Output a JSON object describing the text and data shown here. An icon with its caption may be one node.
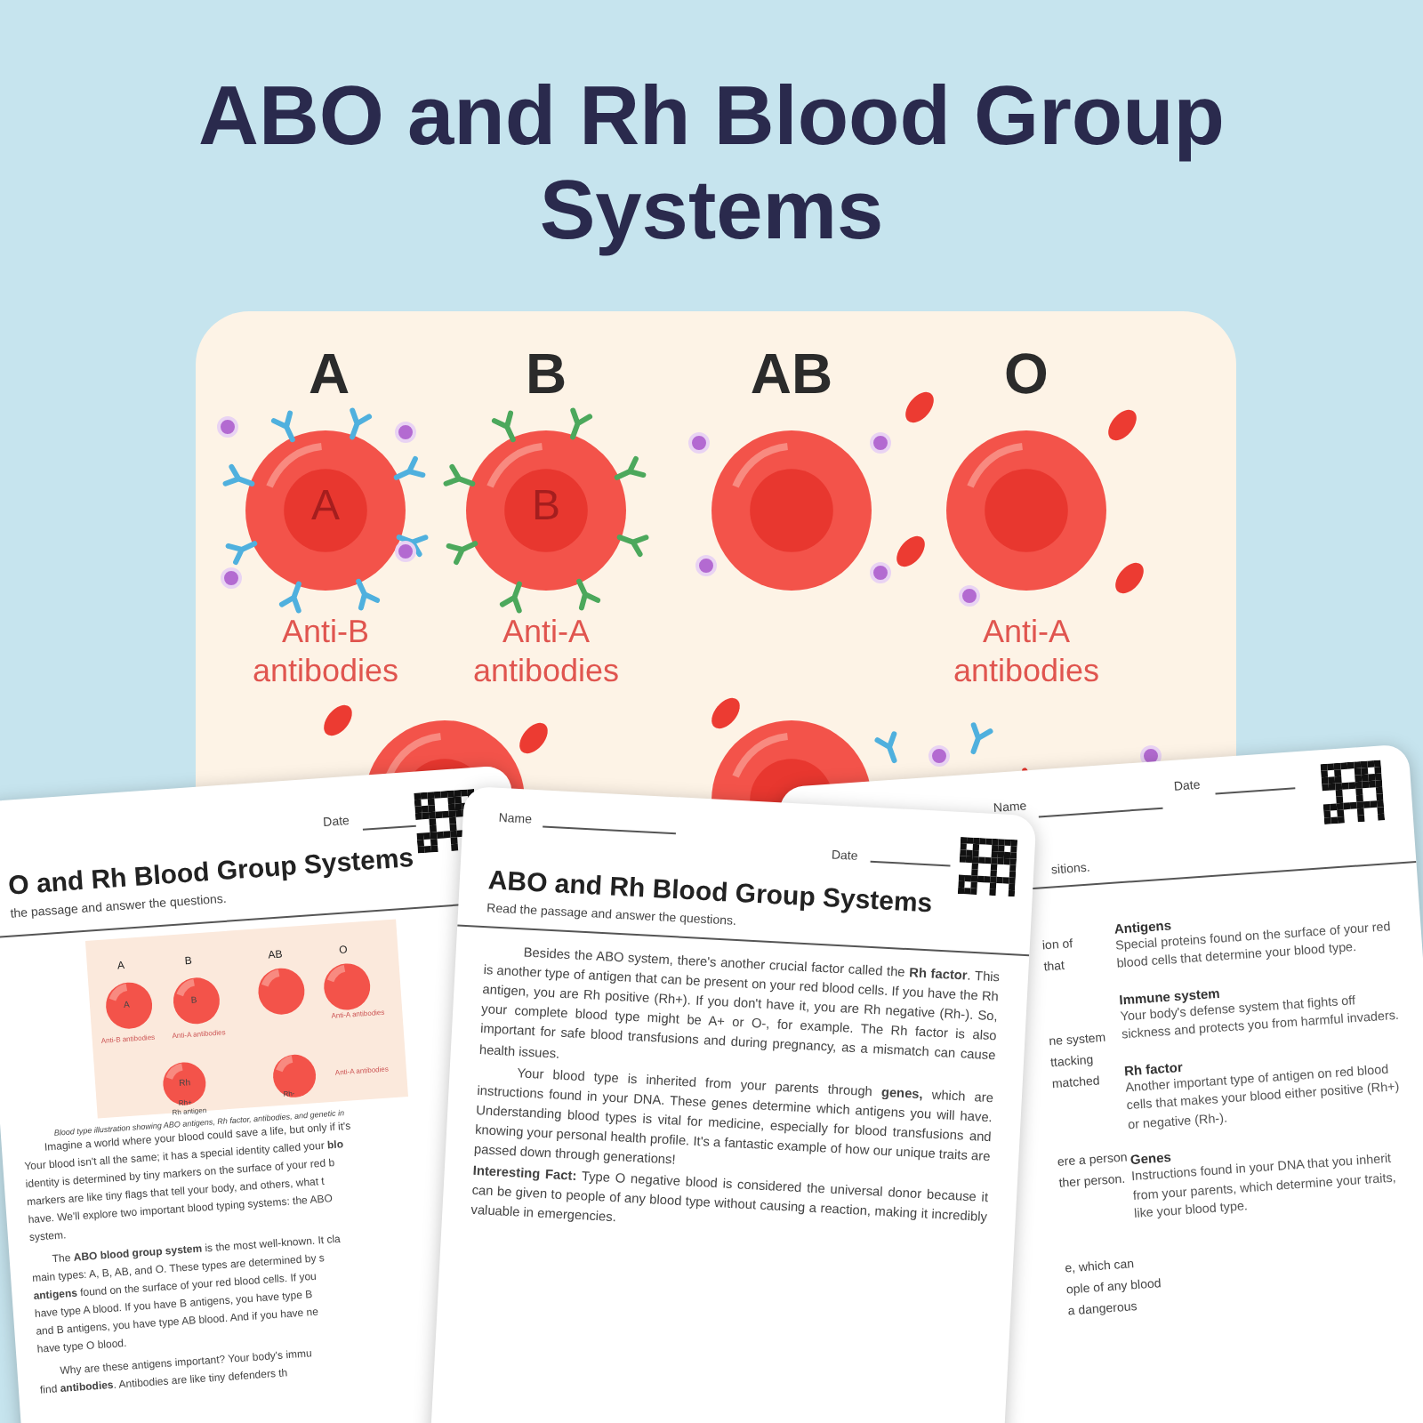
{
  "diagram": {
    "title": "ABO and Rh Blood Group Systems",
    "labels": [
      "A",
      "B",
      "AB",
      "O",
      "A",
      "B",
      "Anti-B antibodies",
      "Anti-A antibodies",
      "Anti-A antibodies",
      "Date",
      "O and Rh Blood Group Systems",
      "the passage and answer the questions.",
      "A",
      "B",
      "AB",
      "O",
      "A",
      "B",
      "Anti-B antibodies",
      "Anti-A antibodies",
      "Anti-A antibodies",
      "Rh",
      "Anti-A antibodies",
      "Rh+",
      "Rh antigen",
      "Rh-",
      "Blood type illustration showing ABO antigens, Rh factor, antibodies, and genetic in",
      "Imagine a world where your blood could save a life, but only if it's",
      "Your blood isn't all the same; it has a special identity called your **blo**",
      "identity is determined by tiny markers on the surface of your red b",
      "markers are like tiny flags that tell your body, and others, what t",
      "have. We'll explore two important blood typing systems: the ABO",
      "system.",
      "The **ABO blood group system** is the most well-known. It cla",
      "main types: A, B, AB, and O. These types are determined by s",
      "**antigens** found on the surface of your red blood cells. If you",
      "have type A blood. If you have B antigens, you have type B",
      "and B antigens, you have type AB blood. And if you have ne",
      "have type O blood.",
      "Why are these antigens important? Your body's immu",
      "find **antibodies**. Antibodies are like tiny defenders th",
      "Name",
      "Date",
      "ABO and Rh Blood Group Systems",
      "Read the passage and answer the questions.",
      "Besides the ABO system, there's another crucial factor called the **Rh factor**. This is another type of antigen that can be present on your red blood cells. If you have the Rh antigen, you are Rh positive (Rh+). If you don't have it, you are Rh negative (Rh-). So, your complete blood type might be A+ or O-, for example. The Rh factor is also important for safe blood transfusions and during pregnancy, as a mismatch can cause health issues.",
      "Your blood type is inherited from your parents through **genes,** which are instructions found in your DNA. These genes determine which antigens you will have. Understanding blood types is vital for medicine, especially for blood transfusions and knowing your personal health profile. It's a fantastic example of how our unique traits are passed down through generations!",
      "**Interesting Fact:** Type O negative blood is considered the universal donor because it can be given to people of any blood type without causing a reaction, making it incredibly valuable in emergencies.",
      "Name",
      "Date",
      "sitions.",
      "ion of",
      "that",
      "ne system",
      "ttacking",
      "matched",
      "ere a person",
      "ther person.",
      "e, which can",
      "ople of any blood",
      "a dangerous",
      "Antigens",
      "Special proteins found on the surface of your red blood cells that determine your blood type.",
      "Immune system",
      "Your body's defense system that fights off sickness and protects you from harmful invaders.",
      "Rh factor",
      "Another important type of antigen on red blood cells that makes your blood either positive (Rh+) or negative (Rh-).",
      "Genes",
      "Instructions found in your DNA that you inherit from your parents, which determine your traits, like your blood type."
    ]
  }
}
